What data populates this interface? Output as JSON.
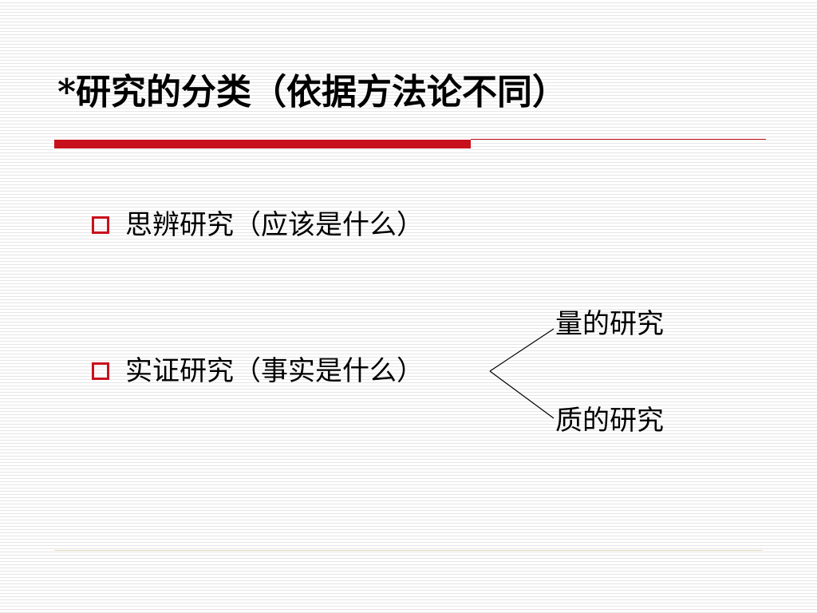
{
  "slide": {
    "title": "*研究的分类（依据方法论不同）",
    "bullets": [
      {
        "label": "思辨研究（应该是什么）"
      },
      {
        "label": "实证研究（事实是什么）"
      }
    ],
    "branches": [
      {
        "label": "量的研究"
      },
      {
        "label": "质的研究"
      }
    ]
  },
  "colors": {
    "accent": "#c8101d",
    "background": "#ffffff",
    "stripe": "#e6e6e6",
    "text": "#000000",
    "footer_rule": "#e2d8b8"
  },
  "icons": {
    "bullet": "hollow-square-icon",
    "connector": "fork-connector-icon"
  }
}
